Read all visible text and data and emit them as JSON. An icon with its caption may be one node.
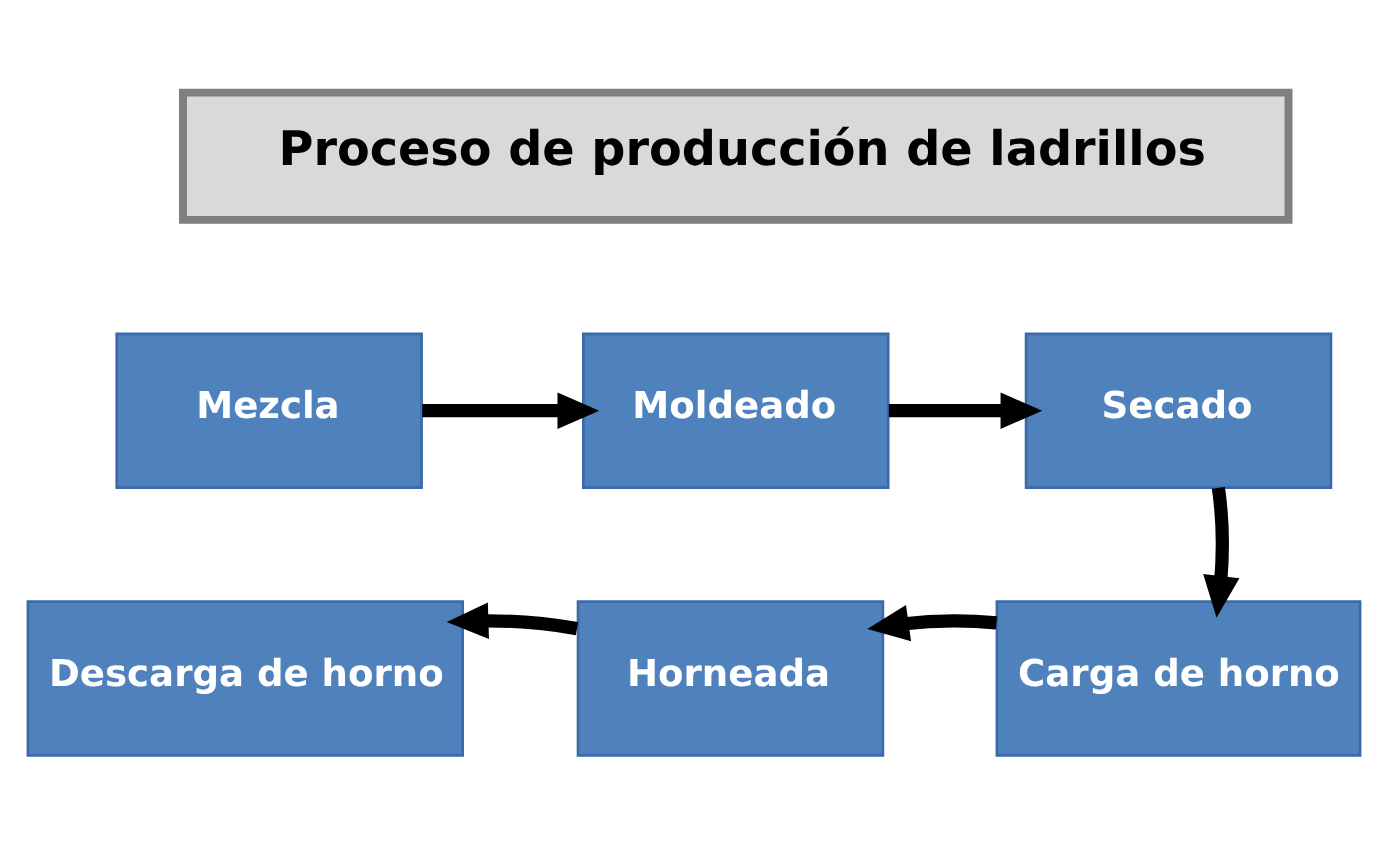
{
  "diagram": {
    "nodes": [
      {
        "text": [
          "Proceso de producción de ladrillos"
        ]
      },
      {
        "text": [
          "Mezcla"
        ]
      },
      {
        "text": [
          "Moldeado"
        ]
      },
      {
        "text": [
          "Secado"
        ]
      },
      {
        "text": [
          "Carga de horno"
        ]
      },
      {
        "text": [
          "Horneada"
        ]
      },
      {
        "text": [
          "Descarga de horno"
        ]
      }
    ],
    "edges": [
      {
        "from": 1,
        "to": 2,
        "arrow": "to"
      },
      {
        "from": 2,
        "to": 3,
        "arrow": "to"
      },
      {
        "from": 3,
        "to": 4,
        "arrow": "to"
      },
      {
        "from": 4,
        "to": 5,
        "arrow": "to"
      },
      {
        "from": 5,
        "to": 6,
        "arrow": "to"
      }
    ]
  }
}
